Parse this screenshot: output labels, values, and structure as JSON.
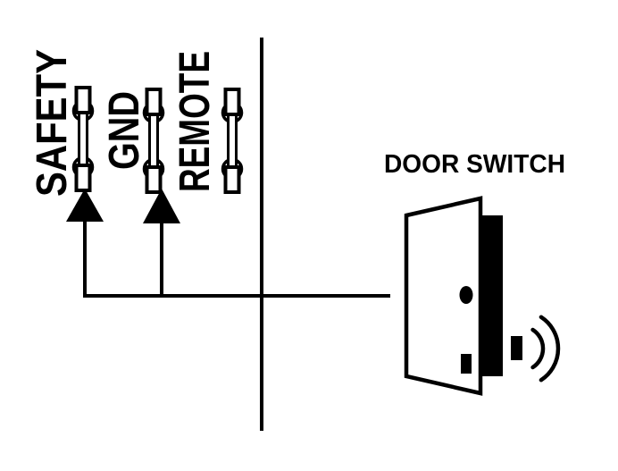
{
  "diagram": {
    "background_color": "#ffffff",
    "ink_color": "#000000",
    "terminals": [
      {
        "label": "SAFETY",
        "has_arrow": true
      },
      {
        "label": "GND",
        "has_arrow": true
      },
      {
        "label": "REMOTE",
        "has_arrow": false
      }
    ],
    "door": {
      "label": "DOOR SWITCH"
    }
  }
}
